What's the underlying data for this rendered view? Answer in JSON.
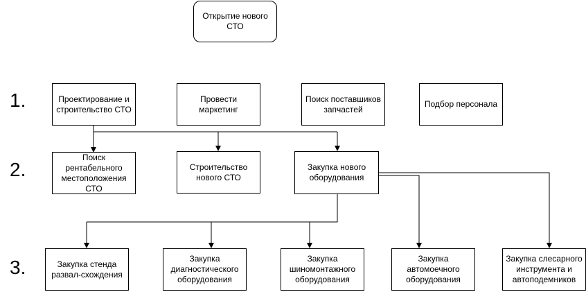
{
  "root": {
    "label": "Открытие нового\nСТО"
  },
  "levels": [
    "1.",
    "2.",
    "3."
  ],
  "level1": [
    "Проектирование и строительство СТО",
    "Провести маркетинг",
    "Поиск поставшиков запчастей",
    "Подбор персонала"
  ],
  "level2": [
    "Поиск рентабельного местоположения СТО",
    "Строительство нового СТО",
    "Закупка нового оборудования"
  ],
  "level3": [
    "Закупка стенда развал-схождения",
    "Закупка диагностического оборудования",
    "Закупка шиномонтажного оборудования",
    "Закупка автомоечного оборудования",
    "Закупка слесарного инструмента и автоподемников"
  ]
}
